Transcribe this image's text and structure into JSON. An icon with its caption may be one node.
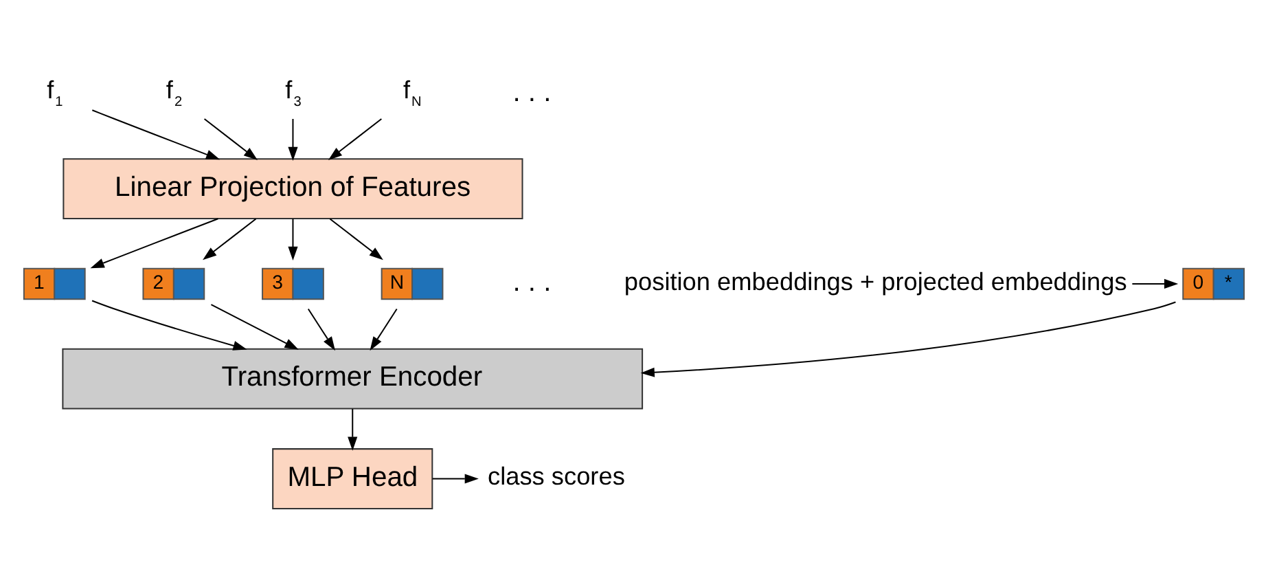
{
  "diagram": {
    "nodes": [
      {
        "text": [
          "f$_{1}$"
        ]
      },
      {
        "text": [
          "f$_{2}$"
        ]
      },
      {
        "text": [
          "f$_{3}$"
        ]
      },
      {
        "text": [
          "f$_{N}$"
        ]
      },
      {
        "text": [
          "Linear Projection of Features"
        ]
      },
      {
        "text": [
          "position embeddings + projected embeddings"
        ]
      },
      {
        "text": [
          "0",
          "*"
        ]
      },
      {
        "text": [
          "1"
        ]
      },
      {
        "text": [
          "2"
        ]
      },
      {
        "text": [
          "3"
        ]
      },
      {
        "text": [
          "N"
        ]
      },
      {
        "text": [
          "Transformer Encoder"
        ]
      },
      {
        "text": [
          "MLP Head"
        ]
      },
      {
        "text": [
          "class scores"
        ]
      }
    ],
    "edges": [
      {
        "from": 0,
        "to": 4,
        "arrow": "to"
      },
      {
        "from": 1,
        "to": 4,
        "arrow": "to"
      },
      {
        "from": 2,
        "to": 4,
        "arrow": "to"
      },
      {
        "from": 3,
        "to": 4,
        "arrow": "to"
      },
      {
        "from": 4,
        "to": 7,
        "arrow": "to"
      },
      {
        "from": 4,
        "to": 8,
        "arrow": "to"
      },
      {
        "from": 4,
        "to": 9,
        "arrow": "to"
      },
      {
        "from": 4,
        "to": 10,
        "arrow": "to"
      },
      {
        "from": 5,
        "to": 6,
        "arrow": "to"
      },
      {
        "from": 6,
        "to": 11,
        "arrow": "to"
      },
      {
        "from": 7,
        "to": 11,
        "arrow": "to"
      },
      {
        "from": 8,
        "to": 11,
        "arrow": "to"
      },
      {
        "from": 9,
        "to": 11,
        "arrow": "to"
      },
      {
        "from": 10,
        "to": 11,
        "arrow": "to"
      },
      {
        "from": 11,
        "to": 12,
        "arrow": "to"
      },
      {
        "from": 12,
        "to": 13,
        "arrow": "to"
      }
    ],
    "labels": [
      ". . .",
      ". . ."
    ]
  }
}
